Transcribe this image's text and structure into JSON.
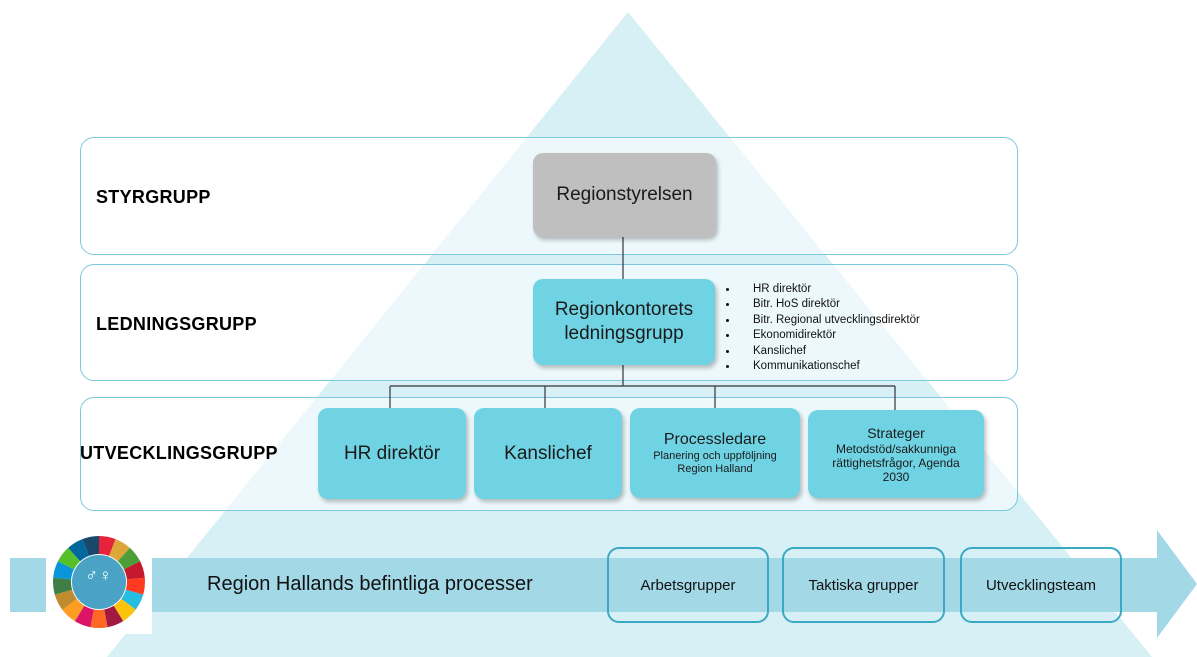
{
  "tiers": {
    "styrgrupp": "STYRGRUPP",
    "ledningsgrupp": "LEDNINGSGRUPP",
    "utvecklingsgrupp": "UTVECKLINGSGRUPP"
  },
  "nodes": {
    "regionstyrelsen": "Regionstyrelsen",
    "regionkontoret_line1": "Regionkontorets",
    "regionkontoret_line2": "ledningsgrupp",
    "hr_direktor": "HR direktör",
    "kanslichef": "Kanslichef",
    "processledare_title": "Processledare",
    "processledare_sub1": "Planering och uppföljning",
    "processledare_sub2": "Region Halland",
    "strateger_title": "Strateger",
    "strateger_sub1": "Metodstöd/sakkunniga",
    "strateger_sub2": "rättighetsfrågor, Agenda",
    "strateger_sub3": "2030"
  },
  "members": [
    "HR direktör",
    "Bitr. HoS direktör",
    "Bitr. Regional utvecklingsdirektör",
    "Ekonomidirektör",
    "Kanslichef",
    "Kommunikationschef"
  ],
  "process_arrow": {
    "label": "Region Hallands befintliga processer",
    "groups": [
      "Arbetsgrupper",
      "Taktiska grupper",
      "Utvecklingsteam"
    ]
  },
  "logo": {
    "symbols": "♂♀"
  },
  "colors": {
    "pyramid": "#d6f0f6",
    "band_border": "#7dc9dc",
    "node_cyan": "#6fd3e3",
    "node_gray": "#bfbfbf",
    "arrow": "#a3d9e6",
    "group_border": "#3ba9c4"
  }
}
